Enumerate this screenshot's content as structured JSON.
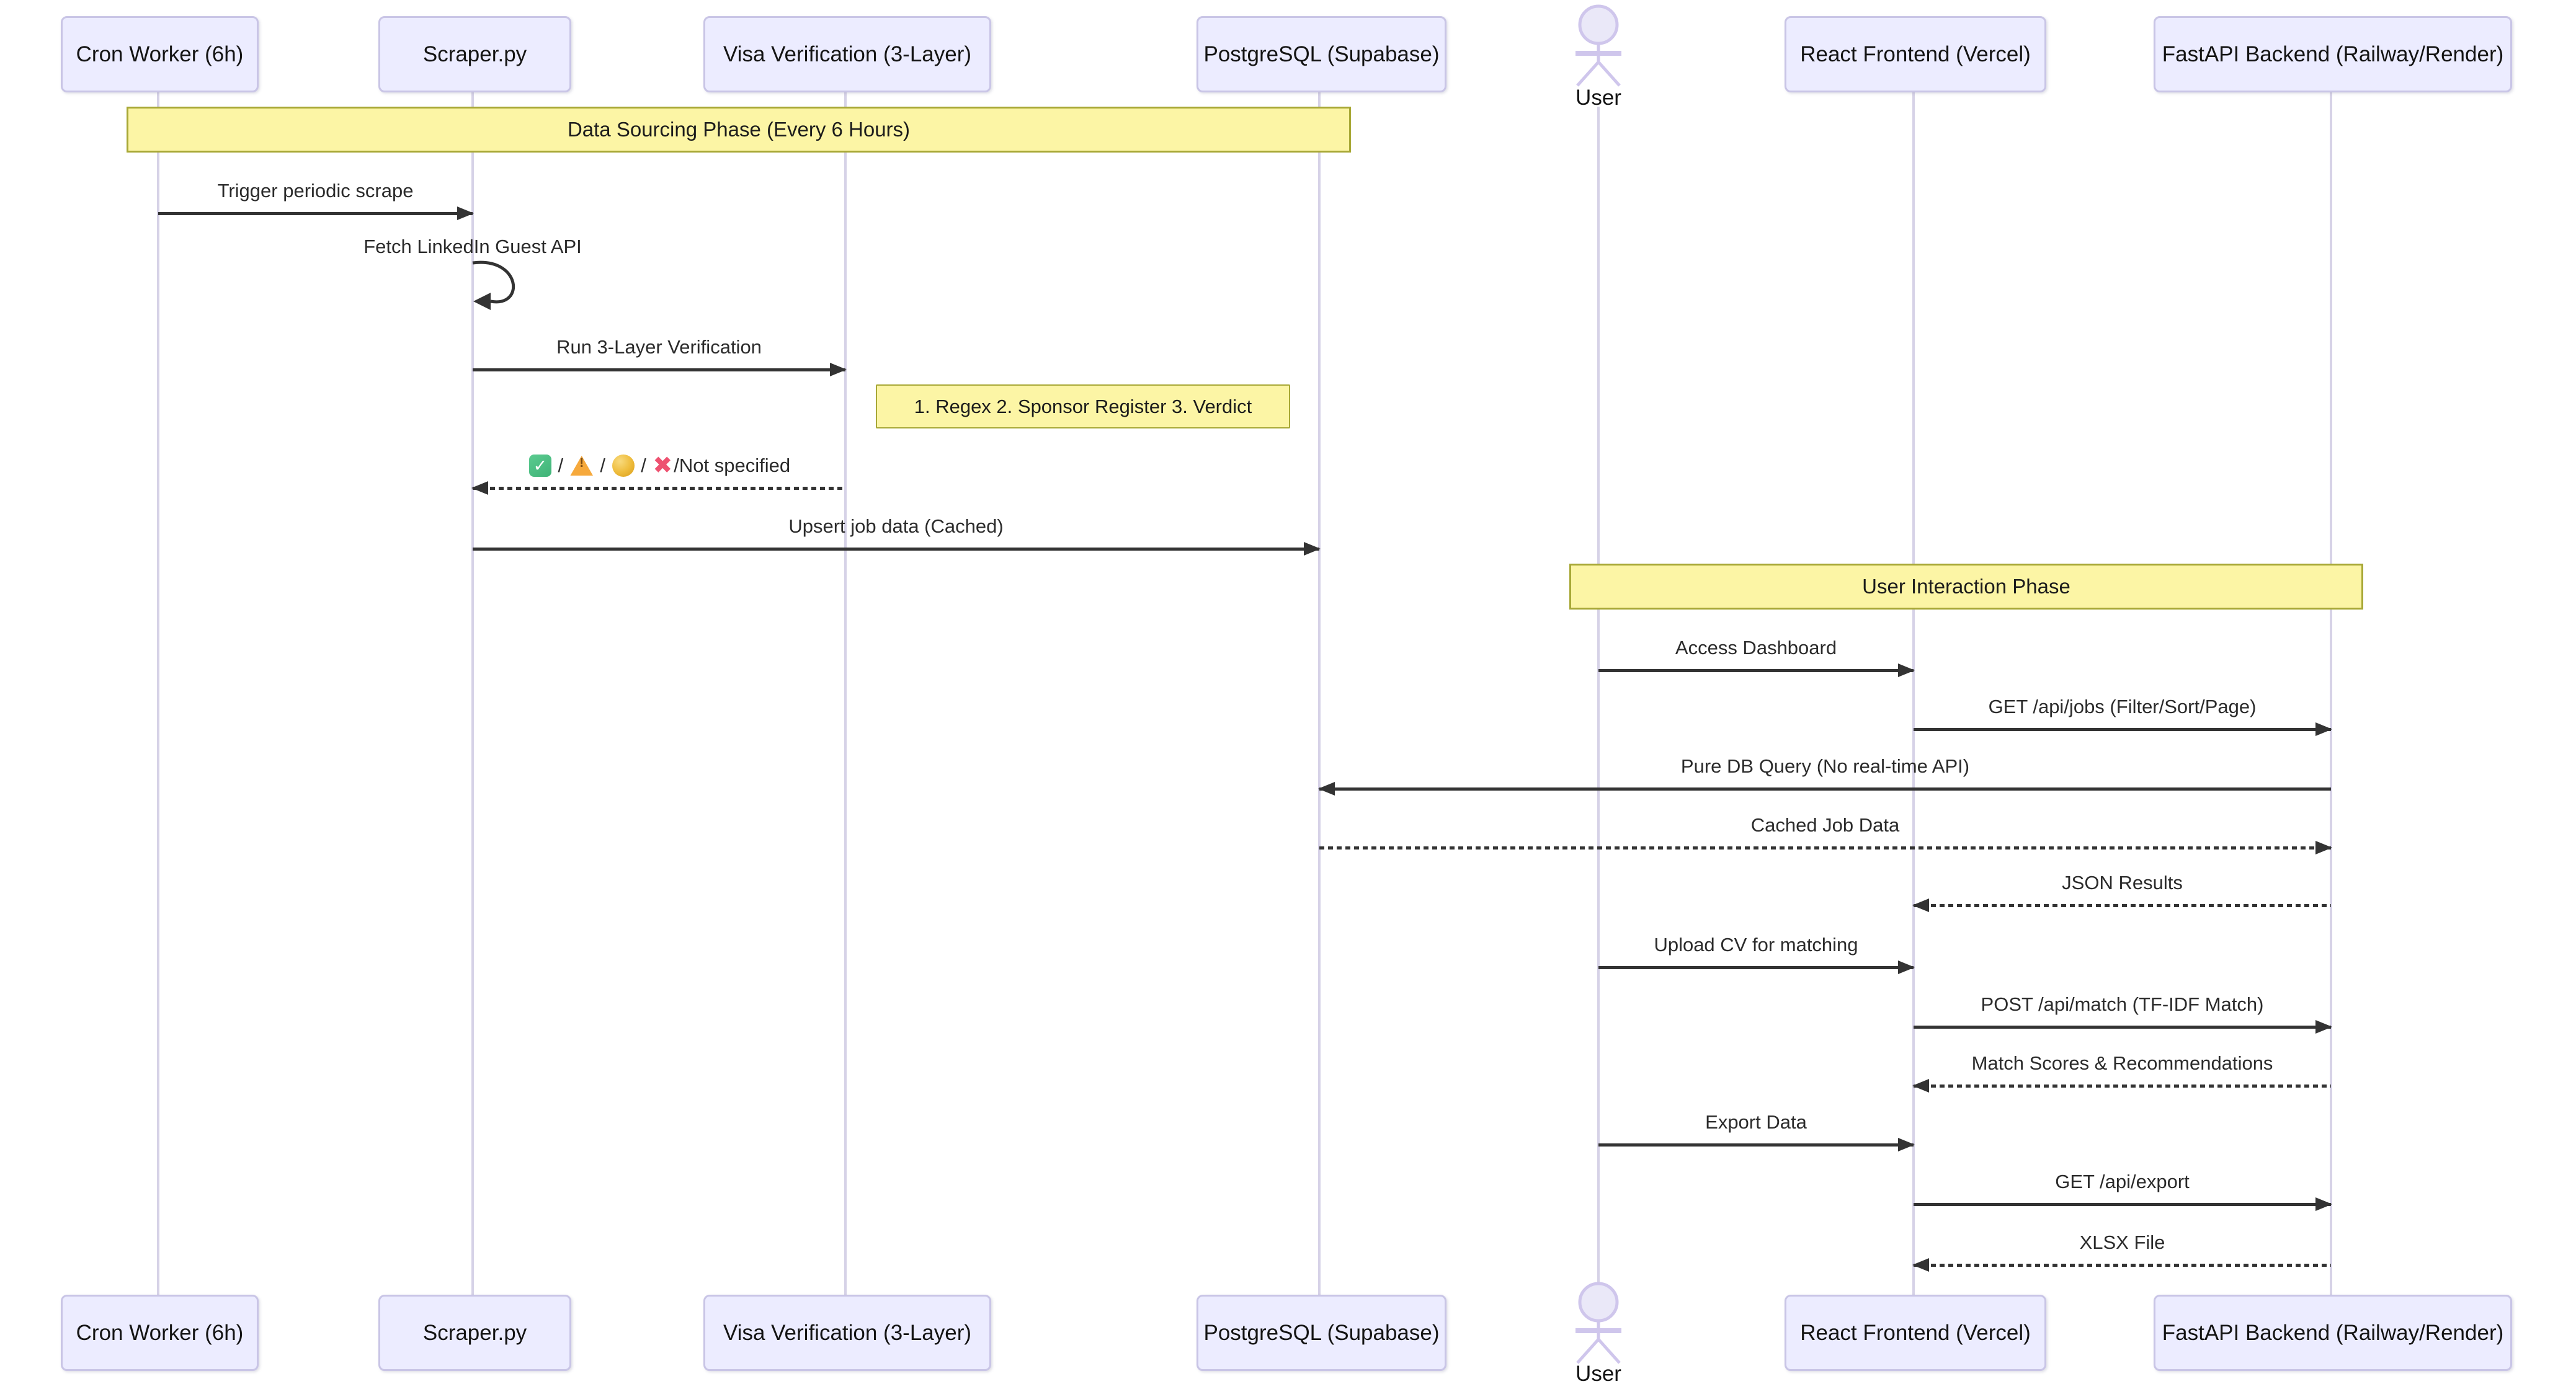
{
  "diagram": {
    "participants": [
      {
        "id": "cron",
        "label": "Cron Worker (6h)",
        "type": "box"
      },
      {
        "id": "scraper",
        "label": "Scraper.py",
        "type": "box"
      },
      {
        "id": "visa",
        "label": "Visa Verification (3-Layer)",
        "type": "box"
      },
      {
        "id": "postgres",
        "label": "PostgreSQL (Supabase)",
        "type": "box"
      },
      {
        "id": "user",
        "label": "User",
        "type": "actor"
      },
      {
        "id": "react",
        "label": "React Frontend (Vercel)",
        "type": "box"
      },
      {
        "id": "fastapi",
        "label": "FastAPI Backend (Railway/Render)",
        "type": "box"
      }
    ],
    "phases": [
      {
        "label": "Data Sourcing Phase (Every 6 Hours)"
      },
      {
        "label": "User Interaction Phase"
      }
    ],
    "note": {
      "label": "1. Regex 2. Sponsor Register 3. Verdict"
    },
    "verification": {
      "full_label": "✅ / ⚠️ / 🟡 / ❌ /Not specified",
      "sep": " / ",
      "tail": "/Not specified",
      "icons": [
        "check-mark-emoji",
        "warning-emoji",
        "yellow-circle-emoji",
        "cross-mark-emoji"
      ]
    },
    "messages": [
      {
        "from": "Cron Worker (6h)",
        "to": "Scraper.py",
        "label": "Trigger periodic scrape",
        "line": "solid"
      },
      {
        "from": "Scraper.py",
        "to": "Scraper.py",
        "label": "Fetch LinkedIn Guest API",
        "line": "solid",
        "self": true
      },
      {
        "from": "Scraper.py",
        "to": "Visa Verification (3-Layer)",
        "label": "Run 3-Layer Verification",
        "line": "solid"
      },
      {
        "from": "Visa Verification (3-Layer)",
        "to": "Scraper.py",
        "label": "✅ / ⚠️ / 🟡 / ❌ /Not specified",
        "line": "dashed"
      },
      {
        "from": "Scraper.py",
        "to": "PostgreSQL (Supabase)",
        "label": "Upsert job data (Cached)",
        "line": "solid"
      },
      {
        "from": "User",
        "to": "React Frontend (Vercel)",
        "label": "Access Dashboard",
        "line": "solid"
      },
      {
        "from": "React Frontend (Vercel)",
        "to": "FastAPI Backend (Railway/Render)",
        "label": "GET /api/jobs (Filter/Sort/Page)",
        "line": "solid"
      },
      {
        "from": "FastAPI Backend (Railway/Render)",
        "to": "PostgreSQL (Supabase)",
        "label": "Pure DB Query (No real-time API)",
        "line": "solid"
      },
      {
        "from": "PostgreSQL (Supabase)",
        "to": "FastAPI Backend (Railway/Render)",
        "label": "Cached Job Data",
        "line": "dashed"
      },
      {
        "from": "FastAPI Backend (Railway/Render)",
        "to": "React Frontend (Vercel)",
        "label": "JSON Results",
        "line": "dashed"
      },
      {
        "from": "User",
        "to": "React Frontend (Vercel)",
        "label": "Upload CV for matching",
        "line": "solid"
      },
      {
        "from": "React Frontend (Vercel)",
        "to": "FastAPI Backend (Railway/Render)",
        "label": "POST /api/match (TF-IDF Match)",
        "line": "solid"
      },
      {
        "from": "FastAPI Backend (Railway/Render)",
        "to": "React Frontend (Vercel)",
        "label": "Match Scores & Recommendations",
        "line": "dashed"
      },
      {
        "from": "User",
        "to": "React Frontend (Vercel)",
        "label": "Export Data",
        "line": "solid"
      },
      {
        "from": "React Frontend (Vercel)",
        "to": "FastAPI Backend (Railway/Render)",
        "label": "GET /api/export",
        "line": "solid"
      },
      {
        "from": "FastAPI Backend (Railway/Render)",
        "to": "React Frontend (Vercel)",
        "label": "XLSX File",
        "line": "dashed"
      }
    ],
    "colors": {
      "participant_fill": "#ECECFF",
      "participant_border": "#C9C5E6",
      "phase_fill": "#FCF5A5",
      "phase_border": "#A8A836",
      "arrow": "#333333",
      "lifeline": "#D6D2E7",
      "check_green": "#46BE84",
      "warning_orange": "#F6A93C",
      "circle_yellow": "#EFBE3F",
      "cross_pink": "#EE5170"
    }
  }
}
